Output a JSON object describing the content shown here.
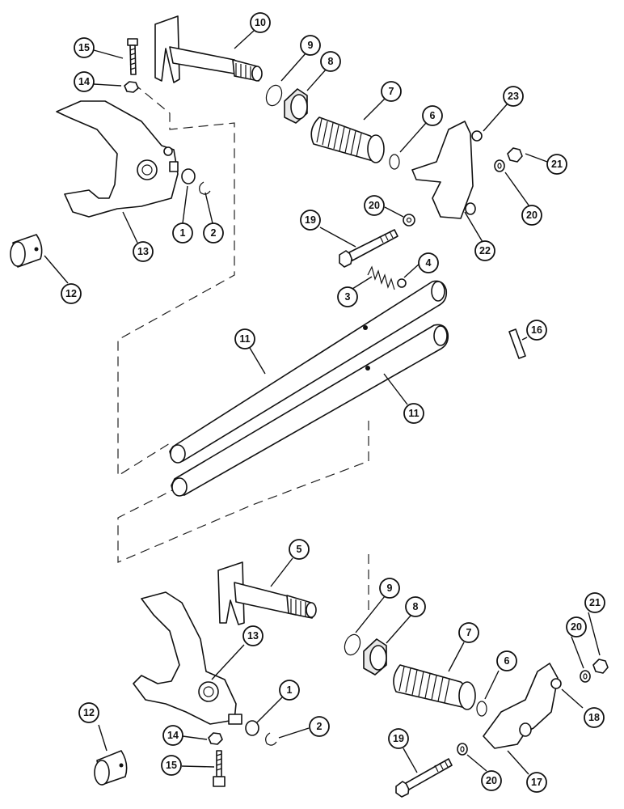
{
  "callouts": [
    {
      "id": "c10a",
      "label": "10"
    },
    {
      "id": "c15a",
      "label": "15"
    },
    {
      "id": "c14a",
      "label": "14"
    },
    {
      "id": "c9a",
      "label": "9"
    },
    {
      "id": "c8a",
      "label": "8"
    },
    {
      "id": "c7a",
      "label": "7"
    },
    {
      "id": "c6a",
      "label": "6"
    },
    {
      "id": "c23",
      "label": "23"
    },
    {
      "id": "c21a",
      "label": "21"
    },
    {
      "id": "c20a",
      "label": "20"
    },
    {
      "id": "c22",
      "label": "22"
    },
    {
      "id": "c1a",
      "label": "1"
    },
    {
      "id": "c2a",
      "label": "2"
    },
    {
      "id": "c13a",
      "label": "13"
    },
    {
      "id": "c12a",
      "label": "12"
    },
    {
      "id": "c20b",
      "label": "20"
    },
    {
      "id": "c19a",
      "label": "19"
    },
    {
      "id": "c4",
      "label": "4"
    },
    {
      "id": "c3",
      "label": "3"
    },
    {
      "id": "c11a",
      "label": "11"
    },
    {
      "id": "c16",
      "label": "16"
    },
    {
      "id": "c11b",
      "label": "11"
    },
    {
      "id": "c5",
      "label": "5"
    },
    {
      "id": "c9b",
      "label": "9"
    },
    {
      "id": "c8b",
      "label": "8"
    },
    {
      "id": "c7b",
      "label": "7"
    },
    {
      "id": "c13b",
      "label": "13"
    },
    {
      "id": "c21b",
      "label": "21"
    },
    {
      "id": "c20c",
      "label": "20"
    },
    {
      "id": "c6b",
      "label": "6"
    },
    {
      "id": "c18",
      "label": "18"
    },
    {
      "id": "c1b",
      "label": "1"
    },
    {
      "id": "c12b",
      "label": "12"
    },
    {
      "id": "c2b",
      "label": "2"
    },
    {
      "id": "c14b",
      "label": "14"
    },
    {
      "id": "c19b",
      "label": "19"
    },
    {
      "id": "c15b",
      "label": "15"
    },
    {
      "id": "c20d",
      "label": "20"
    },
    {
      "id": "c17",
      "label": "17"
    }
  ]
}
